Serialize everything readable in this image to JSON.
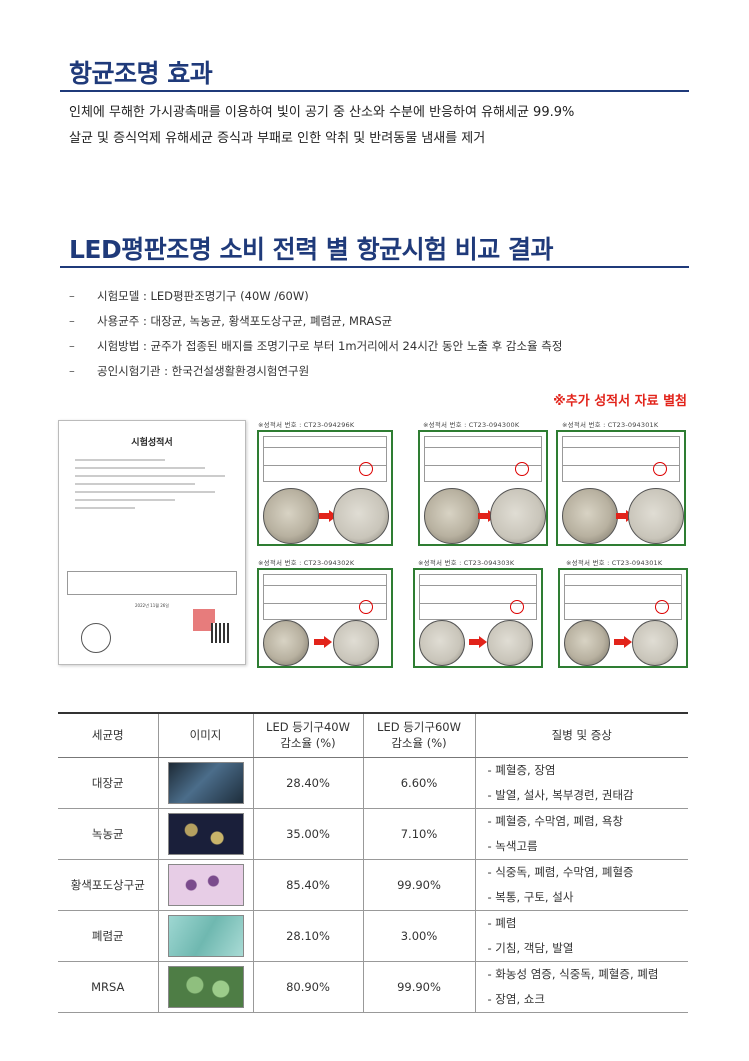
{
  "section1": {
    "title": "항균조명 효과",
    "lines": [
      "인체에 무해한 가시광촉매를 이용하여 빛이 공기 중 산소와 수분에 반응하여 유해세균 99.9%",
      "살균 및 증식억제 유해세균 증식과 부패로 인한 악취 및 반려동물 냄새를 제거"
    ]
  },
  "section2": {
    "title": "LED평판조명 소비 전력 별 항균시험 비교 결과",
    "bullets": [
      "시험모델 : LED평판조명기구 (40W /60W)",
      "사용균주 : 대장균, 녹농균, 황색포도상구균, 폐렴균, MRAS균",
      "시험방법 : 균주가 접종된 배지를 조명기구로 부터 1m거리에서 24시간 동안 노출 후 감소율 측정",
      "공인시험기관 : 한국건설생활환경시험연구원"
    ],
    "note": "※추가 성적서 자료 별첨"
  },
  "certificate": {
    "title": "시험성적서",
    "date": "2022년 11월 26일"
  },
  "panels": [
    {
      "caption": "※성적서 번호 : CT23-094296K"
    },
    {
      "caption": "※성적서 번호 : CT23-094300K"
    },
    {
      "caption": "※성적서 번호 : CT23-094301K"
    },
    {
      "caption": "※성적서 번호 : CT23-094302K"
    },
    {
      "caption": "※성적서 번호 : CT23-094303K"
    },
    {
      "caption": "※성적서 번호 : CT23-094301K"
    }
  ],
  "table": {
    "headers": {
      "name": "세균명",
      "image": "이미지",
      "led40_l1": "LED 등기구40W",
      "led40_l2": "감소율 (%)",
      "led60_l1": "LED 등기구60W",
      "led60_l2": "감소율 (%)",
      "disease": "질병 및 증상"
    },
    "rows": [
      {
        "name": "대장균",
        "led40": "28.40%",
        "led60": "6.60%",
        "sym1": "- 폐혈증, 장염",
        "sym2": "- 발열, 설사, 복부경련, 권태감"
      },
      {
        "name": "녹농균",
        "led40": "35.00%",
        "led60": "7.10%",
        "sym1": "- 폐혈증, 수막염, 폐렴, 욕창",
        "sym2": "- 녹색고름"
      },
      {
        "name": "황색포도상구균",
        "led40": "85.40%",
        "led60": "99.90%",
        "sym1": "- 식중독, 폐렴, 수막염, 폐혈증",
        "sym2": "- 복통, 구토, 설사"
      },
      {
        "name": "폐렴균",
        "led40": "28.10%",
        "led60": "3.00%",
        "sym1": "- 폐렴",
        "sym2": "- 기침, 객담, 발열"
      },
      {
        "name": "MRSA",
        "led40": "80.90%",
        "led60": "99.90%",
        "sym1": "- 화농성 염증, 식중독, 폐혈증, 폐렴",
        "sym2": "- 장염, 쇼크"
      }
    ]
  }
}
